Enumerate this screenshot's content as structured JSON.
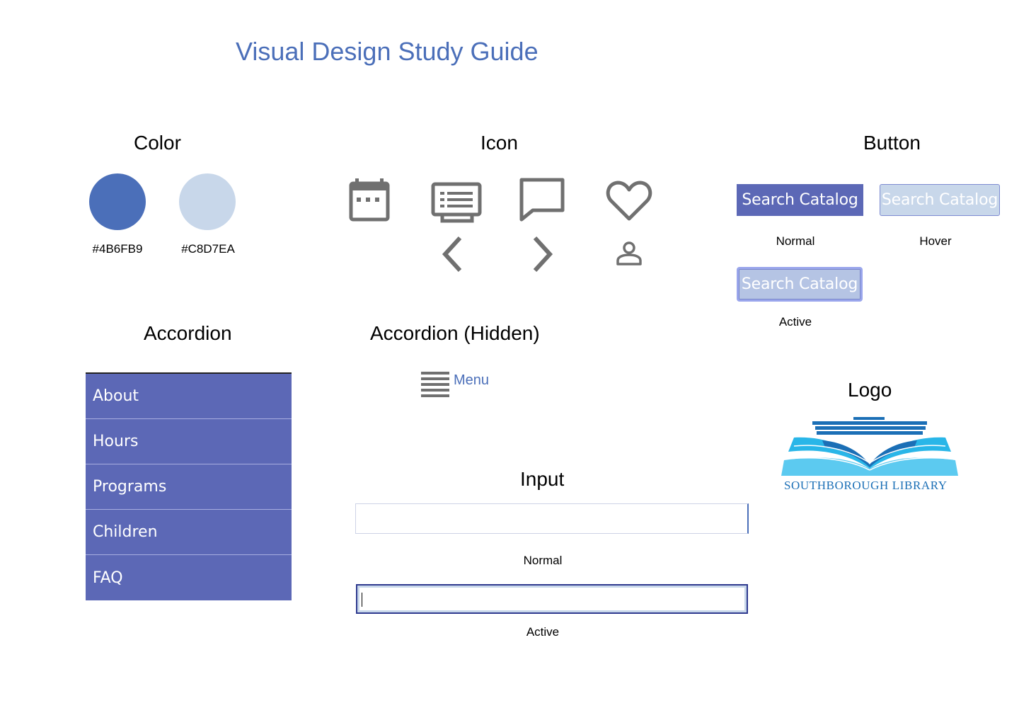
{
  "page": {
    "title": "Visual Design Study Guide"
  },
  "sections": {
    "color": "Color",
    "icon": "Icon",
    "button": "Button",
    "accordion": "Accordion",
    "accordion_hidden": "Accordion (Hidden)",
    "logo": "Logo",
    "input": "Input"
  },
  "colors": [
    {
      "hex": "#4B6FB9",
      "value": "#4b6fb9"
    },
    {
      "hex": "#C8D7EA",
      "value": "#c8d7ea"
    }
  ],
  "icons": [
    "calendar-icon",
    "message-icon",
    "chat-bubble-icon",
    "heart-icon",
    "chevron-left-icon",
    "chevron-right-icon",
    "user-icon"
  ],
  "buttons": {
    "label": "Search Catalog",
    "states": {
      "normal": "Normal",
      "hover": "Hover",
      "active": "Active"
    }
  },
  "accordion": {
    "items": [
      "About",
      "Hours",
      "Programs",
      "Children",
      "FAQ"
    ]
  },
  "hidden_menu": {
    "label": "Menu",
    "icon": "hamburger-icon"
  },
  "inputs": {
    "normal": {
      "value": "",
      "state": "Normal"
    },
    "active": {
      "value": "",
      "state": "Active"
    }
  },
  "logo": {
    "text": "SOUTHBOROUGH LIBRARY",
    "primary": "#1b6fb6",
    "secondary": "#29b6e8"
  }
}
